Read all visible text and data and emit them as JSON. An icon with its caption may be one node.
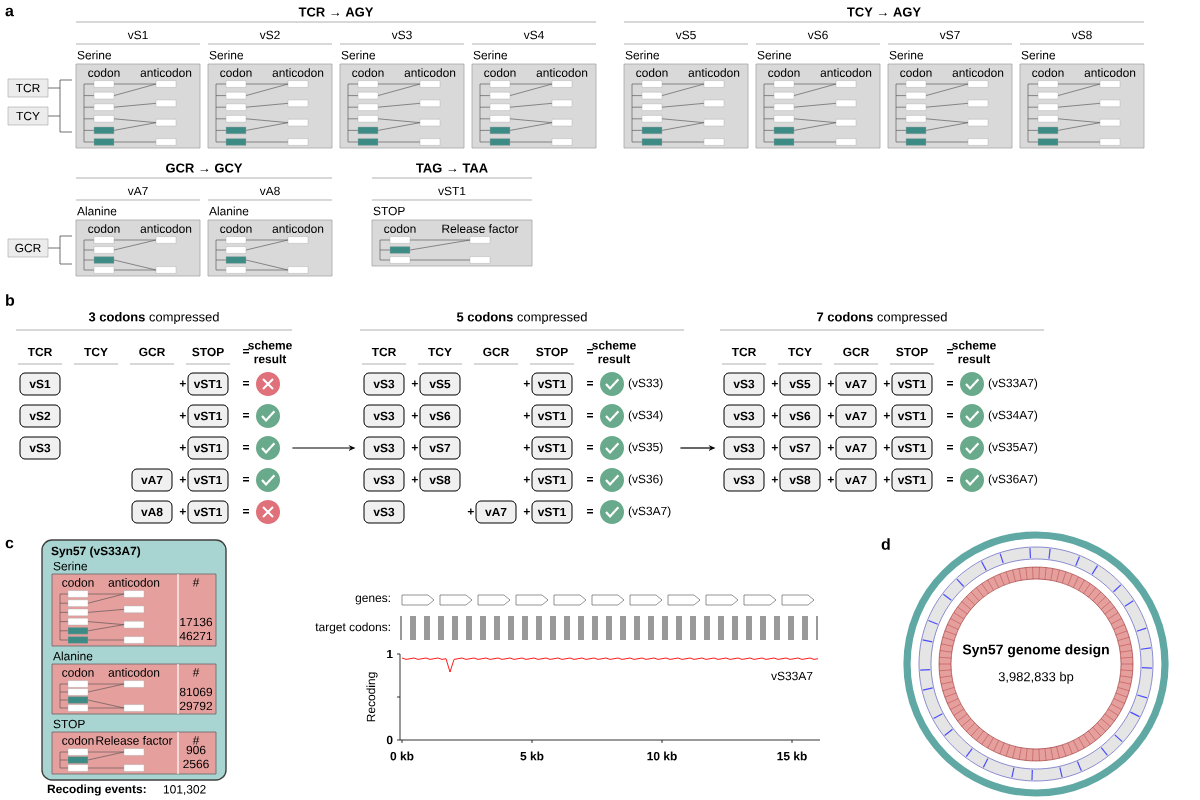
{
  "diagram": {
    "nodes": [
      {
        "text": [
          "vS1",
          "Serine",
          "codon",
          "anticodon"
        ]
      },
      {
        "text": [
          "vS2",
          "Serine",
          "codon",
          "anticodon"
        ]
      },
      {
        "text": [
          "vS3",
          "Serine",
          "codon",
          "anticodon"
        ]
      },
      {
        "text": [
          "vS4",
          "Serine",
          "codon",
          "anticodon"
        ]
      },
      {
        "text": [
          "vS5",
          "Serine",
          "codon",
          "anticodon"
        ]
      },
      {
        "text": [
          "vS6",
          "Serine",
          "codon",
          "anticodon"
        ]
      },
      {
        "text": [
          "vS7",
          "Serine",
          "codon",
          "anticodon"
        ]
      },
      {
        "text": [
          "vS8",
          "Serine",
          "codon",
          "anticodon"
        ]
      },
      {
        "text": [
          "vA7",
          "Alanine",
          "codon",
          "anticodon"
        ]
      },
      {
        "text": [
          "vA8",
          "Alanine",
          "codon",
          "anticodon"
        ]
      },
      {
        "text": [
          "vST1",
          "STOP",
          "codon",
          "Release factor"
        ]
      },
      {
        "text": [
          "TCR"
        ]
      },
      {
        "text": [
          "TCY"
        ]
      },
      {
        "text": [
          "GCR"
        ]
      },
      {
        "text": [
          "vS1"
        ]
      },
      {
        "text": [
          "vST1"
        ],
        "beside": [
          "+"
        ]
      },
      {
        "text": [],
        "shape": "cross",
        "beside": [
          "="
        ]
      },
      {
        "text": [
          "vS2"
        ]
      },
      {
        "text": [
          "vST1"
        ],
        "beside": [
          "+"
        ]
      },
      {
        "text": [],
        "shape": "checkmark",
        "beside": [
          "="
        ]
      },
      {
        "text": [
          "vS3"
        ]
      },
      {
        "text": [
          "vST1"
        ],
        "beside": [
          "+"
        ]
      },
      {
        "text": [],
        "shape": "checkmark",
        "beside": [
          "="
        ]
      },
      {
        "text": [
          "vA7"
        ]
      },
      {
        "text": [
          "vST1"
        ],
        "beside": [
          "+"
        ]
      },
      {
        "text": [],
        "shape": "checkmark",
        "beside": [
          "="
        ]
      },
      {
        "text": [
          "vA8"
        ]
      },
      {
        "text": [
          "vST1"
        ],
        "beside": [
          "+"
        ]
      },
      {
        "text": [],
        "shape": "cross",
        "beside": [
          "="
        ]
      },
      {
        "text": [
          "vS3"
        ]
      },
      {
        "text": [
          "vS5"
        ],
        "beside": [
          "+"
        ]
      },
      {
        "text": [
          "vST1"
        ],
        "beside": [
          "+"
        ]
      },
      {
        "text": [],
        "shape": "checkmark",
        "beside": [
          "=",
          "(vS33)"
        ]
      },
      {
        "text": [
          "vS3"
        ]
      },
      {
        "text": [
          "vS6"
        ],
        "beside": [
          "+"
        ]
      },
      {
        "text": [
          "vST1"
        ],
        "beside": [
          "+"
        ]
      },
      {
        "text": [],
        "shape": "checkmark",
        "beside": [
          "=",
          "(vS34)"
        ]
      },
      {
        "text": [
          "vS3"
        ]
      },
      {
        "text": [
          "vS7"
        ],
        "beside": [
          "+"
        ]
      },
      {
        "text": [
          "vST1"
        ],
        "beside": [
          "+"
        ]
      },
      {
        "text": [],
        "shape": "checkmark",
        "beside": [
          "=",
          "(vS35)"
        ]
      },
      {
        "text": [
          "vS3"
        ]
      },
      {
        "text": [
          "vS8"
        ],
        "beside": [
          "+"
        ]
      },
      {
        "text": [
          "vST1"
        ],
        "beside": [
          "+"
        ]
      },
      {
        "text": [],
        "shape": "checkmark",
        "beside": [
          "=",
          "(vS36)"
        ]
      },
      {
        "text": [
          "vS3"
        ]
      },
      {
        "text": [
          "vA7"
        ],
        "beside": [
          "+"
        ]
      },
      {
        "text": [
          "vST1"
        ],
        "beside": [
          "+"
        ]
      },
      {
        "text": [],
        "shape": "checkmark",
        "beside": [
          "=",
          "(vS3A7)"
        ]
      },
      {
        "text": [
          "vS3"
        ]
      },
      {
        "text": [
          "vS5"
        ],
        "beside": [
          "+"
        ]
      },
      {
        "text": [
          "vA7"
        ],
        "beside": [
          "+"
        ]
      },
      {
        "text": [
          "vST1"
        ],
        "beside": [
          "+"
        ]
      },
      {
        "text": [],
        "shape": "checkmark",
        "beside": [
          "=",
          "(vS33A7)"
        ]
      },
      {
        "text": [
          "vS3"
        ]
      },
      {
        "text": [
          "vS6"
        ],
        "beside": [
          "+"
        ]
      },
      {
        "text": [
          "vA7"
        ],
        "beside": [
          "+"
        ]
      },
      {
        "text": [
          "vST1"
        ],
        "beside": [
          "+"
        ]
      },
      {
        "text": [],
        "shape": "checkmark",
        "beside": [
          "=",
          "(vS34A7)"
        ]
      },
      {
        "text": [
          "vS3"
        ]
      },
      {
        "text": [
          "vS7"
        ],
        "beside": [
          "+"
        ]
      },
      {
        "text": [
          "vA7"
        ],
        "beside": [
          "+"
        ]
      },
      {
        "text": [
          "vST1"
        ],
        "beside": [
          "+"
        ]
      },
      {
        "text": [],
        "shape": "checkmark",
        "beside": [
          "=",
          "(vS35A7)"
        ]
      },
      {
        "text": [
          "vS3"
        ]
      },
      {
        "text": [
          "vS8"
        ],
        "beside": [
          "+"
        ]
      },
      {
        "text": [
          "vA7"
        ],
        "beside": [
          "+"
        ]
      },
      {
        "text": [
          "vST1"
        ],
        "beside": [
          "+"
        ]
      },
      {
        "text": [],
        "shape": "checkmark",
        "beside": [
          "=",
          "(vS36A7)"
        ]
      },
      {
        "text": [
          "Syn57 (vS33A7)"
        ],
        "beside": [
          "Recoding events:",
          "101,302"
        ]
      },
      {
        "text": [
          "Serine",
          "codon",
          "anticodon",
          "#",
          "17136",
          "46271"
        ],
        "in": 69
      },
      {
        "text": [
          "Alanine",
          "codon",
          "anticodon",
          "#",
          "81069",
          "29792"
        ],
        "in": 69
      },
      {
        "text": [
          "STOP",
          "codon",
          "Release factor",
          "#",
          "906",
          "2566"
        ],
        "in": 69
      },
      {
        "text": [
          "Syn57 genome design",
          "3,982,833 bp"
        ]
      }
    ],
    "edges": [
      {
        "from": 22,
        "to": 37,
        "arrow": "to"
      },
      {
        "from": 40,
        "to": 59,
        "arrow": "to"
      }
    ],
    "labels": [
      "a",
      "TCR → AGY",
      "TCY → AGY",
      "GCR → GCY",
      "TAG → TAA",
      "b",
      "**3 codons** compressed",
      "TCR",
      "TCY",
      "GCR",
      "STOP",
      "=",
      "scheme result",
      "**5 codons** compressed",
      "TCR",
      "TCY",
      "GCR",
      "STOP",
      "=",
      "scheme result",
      "**7 codons** compressed",
      "TCR",
      "TCY",
      "GCR",
      "STOP",
      "=",
      "scheme result",
      "c",
      "genes:",
      "target codons:",
      "1",
      "0",
      "Recoding",
      "0 kb",
      "5 kb",
      "10 kb",
      "15 kb",
      "vS33A7",
      "d"
    ]
  }
}
